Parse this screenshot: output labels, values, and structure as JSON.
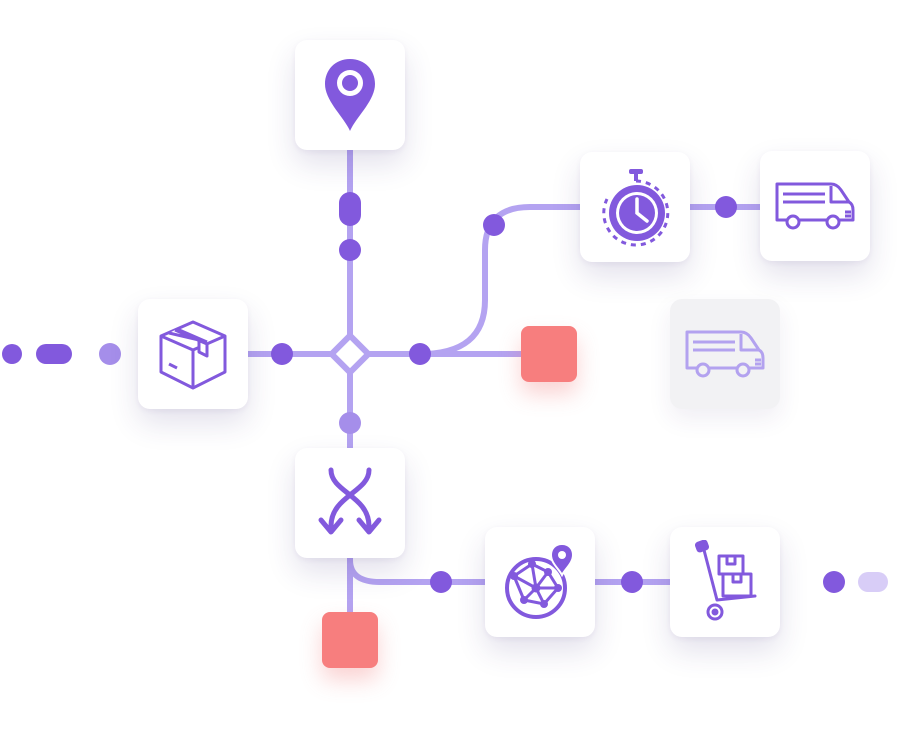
{
  "colors": {
    "primary": "#8259dd",
    "route": "#b4a3f1",
    "muted_icon": "#b3a2ef",
    "blocked": "#f77e7e",
    "blocked_dash": "#e5435a"
  },
  "nodes": [
    {
      "id": "location",
      "icon": "map-pin-icon"
    },
    {
      "id": "package",
      "icon": "package-box-icon"
    },
    {
      "id": "transfer",
      "icon": "crossing-arrows-icon"
    },
    {
      "id": "timer",
      "icon": "stopwatch-icon"
    },
    {
      "id": "delivery-truck",
      "icon": "delivery-truck-icon"
    },
    {
      "id": "delivery-truck-blocked",
      "icon": "delivery-truck-icon",
      "status": "inactive"
    },
    {
      "id": "global",
      "icon": "globe-pin-icon"
    },
    {
      "id": "hand-truck",
      "icon": "hand-truck-icon"
    }
  ],
  "blockers": [
    {
      "id": "blocker-east",
      "color": "#f77e7e"
    },
    {
      "id": "blocker-south",
      "color": "#f77e7e"
    }
  ]
}
